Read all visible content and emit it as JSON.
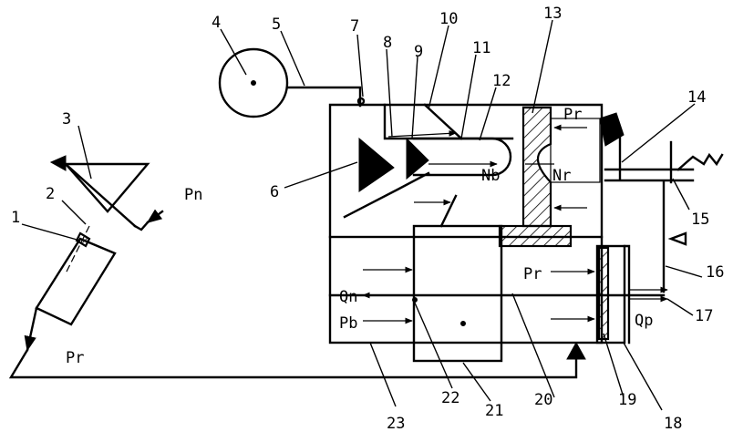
{
  "labels": {
    "pr_left": "Pr",
    "pn": "Pn",
    "pr_top": "Pr",
    "nb": "Nb",
    "nr": "Nr",
    "pr_mid": "Pr",
    "qn": "Qn",
    "pb": "Pb",
    "qp": "Qp"
  },
  "numbers": [
    "1",
    "2",
    "3",
    "4",
    "5",
    "6",
    "7",
    "8",
    "9",
    "10",
    "11",
    "12",
    "13",
    "14",
    "15",
    "16",
    "17",
    "18",
    "19",
    "20",
    "21",
    "22",
    "23"
  ],
  "colors": {
    "line": "#000000",
    "background": "#ffffff"
  }
}
